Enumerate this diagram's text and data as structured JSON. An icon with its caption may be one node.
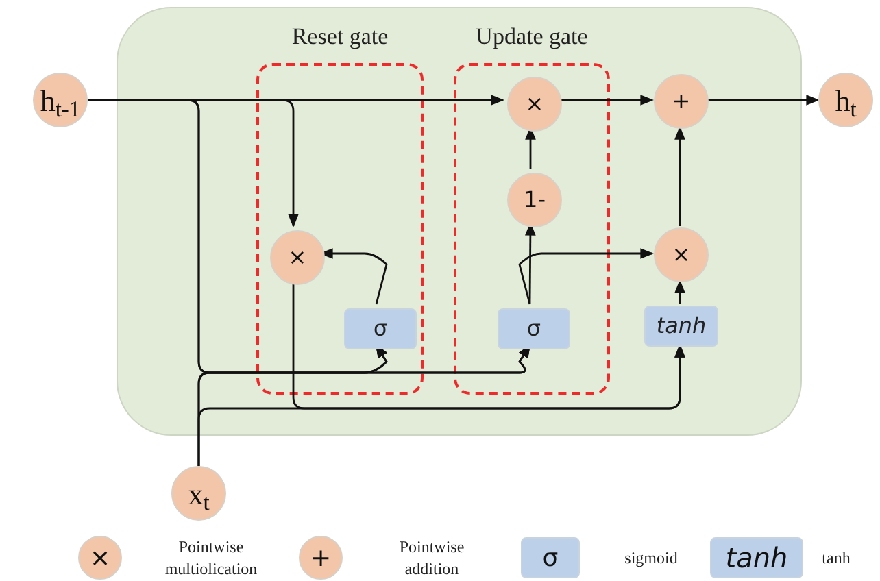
{
  "diagram": {
    "nodes": [
      {
        "text": [
          "h$_{t-1}$"
        ]
      },
      {
        "text": [],
        "shape": "box"
      },
      {
        "text": [
          "Reset gate"
        ],
        "in": 1
      },
      {
        "text": [
          "Update gate"
        ],
        "in": 1
      },
      {
        "text": [
          "×"
        ],
        "in": 2
      },
      {
        "text": [
          "σ"
        ],
        "in": 2
      },
      {
        "text": [
          "×"
        ],
        "in": 3
      },
      {
        "text": [
          "1-"
        ],
        "in": 3
      },
      {
        "text": [
          "σ"
        ],
        "in": 3
      },
      {
        "text": [
          "+"
        ],
        "in": 1
      },
      {
        "text": [
          "×"
        ],
        "in": 1
      },
      {
        "text": [
          "tanh"
        ],
        "in": 1
      },
      {
        "text": [
          "h$_{t}$"
        ]
      },
      {
        "text": [
          "x$_{t}$"
        ]
      }
    ],
    "edges": [
      {
        "from": 0,
        "to": 6,
        "arrow": "to"
      },
      {
        "from": 6,
        "to": 9,
        "arrow": "to"
      },
      {
        "from": 9,
        "to": 12,
        "arrow": "to"
      },
      {
        "from": 0,
        "to": 4,
        "arrow": "to"
      },
      {
        "from": 0,
        "to": 5,
        "arrow": "to"
      },
      {
        "from": 0,
        "to": 8,
        "arrow": "to"
      },
      {
        "from": 13,
        "to": 5,
        "arrow": "to"
      },
      {
        "from": 13,
        "to": 8,
        "arrow": "to"
      },
      {
        "from": 13,
        "to": 11,
        "arrow": "to"
      },
      {
        "from": 4,
        "to": 11,
        "arrow": "to"
      },
      {
        "from": 5,
        "to": 4,
        "arrow": "to"
      },
      {
        "from": 8,
        "to": 7,
        "arrow": "to"
      },
      {
        "from": 7,
        "to": 6,
        "arrow": "to"
      },
      {
        "from": 8,
        "to": 10,
        "arrow": "to"
      },
      {
        "from": 11,
        "to": 10,
        "arrow": "to"
      },
      {
        "from": 10,
        "to": 9,
        "arrow": "to"
      }
    ],
    "labels": [
      "×",
      "+",
      "σ",
      "tanh"
    ],
    "legend": [
      {
        "text": "Pointwise multiolication",
        "color": "#f4c6a9"
      },
      {
        "text": "Pointwise addition",
        "color": "#f4c6a9"
      },
      {
        "text": "sigmoid",
        "color": "#bdd0ea"
      },
      {
        "text": "tanh",
        "color": "#bdd0ea"
      }
    ]
  }
}
